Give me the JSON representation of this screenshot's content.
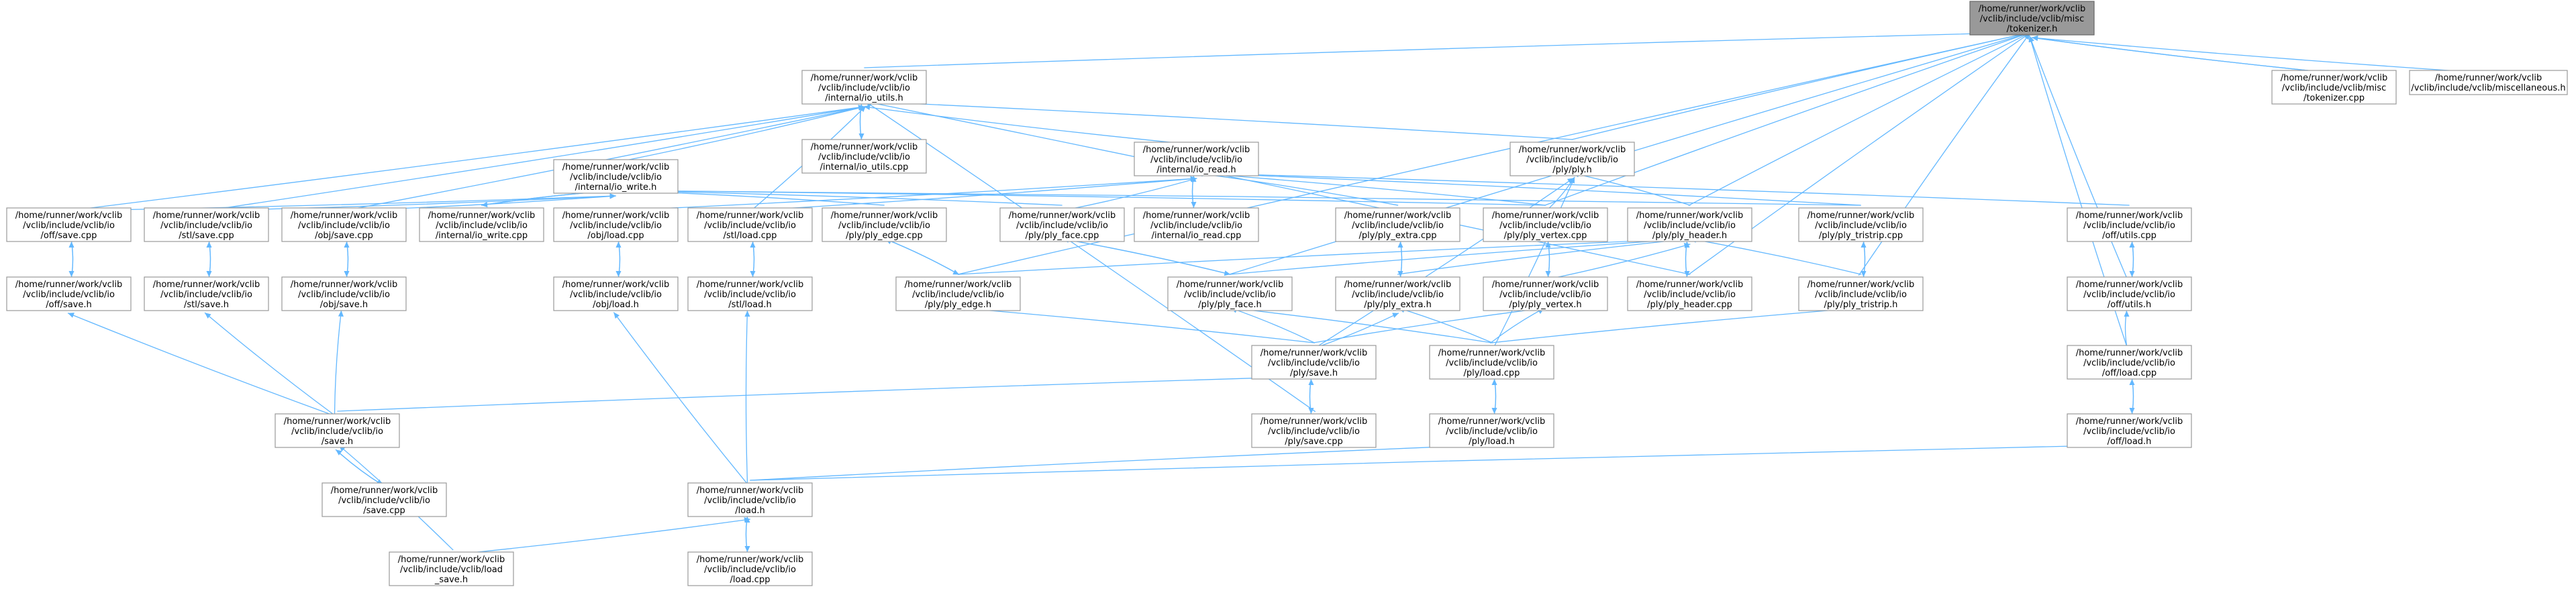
{
  "colors": {
    "edge": "#63b8ff",
    "node_border": "#999999",
    "highlight_fill": "#999999",
    "background": "#ffffff"
  },
  "nodes": [
    {
      "id": "tokenizer_h",
      "lines": [
        "/home/runner/work/vclib",
        "/vclib/include/vclib/misc",
        "/tokenizer.h"
      ],
      "highlight": true
    },
    {
      "id": "io_utils_h",
      "lines": [
        "/home/runner/work/vclib",
        "/vclib/include/vclib/io",
        "/internal/io_utils.h"
      ]
    },
    {
      "id": "tokenizer_cpp",
      "lines": [
        "/home/runner/work/vclib",
        "/vclib/include/vclib/misc",
        "/tokenizer.cpp"
      ]
    },
    {
      "id": "miscellaneous_h",
      "lines": [
        "/home/runner/work/vclib",
        "/vclib/include/vclib/miscellaneous.h"
      ]
    },
    {
      "id": "io_write_h",
      "lines": [
        "/home/runner/work/vclib",
        "/vclib/include/vclib/io",
        "/internal/io_write.h"
      ]
    },
    {
      "id": "io_utils_cpp",
      "lines": [
        "/home/runner/work/vclib",
        "/vclib/include/vclib/io",
        "/internal/io_utils.cpp"
      ]
    },
    {
      "id": "io_read_h",
      "lines": [
        "/home/runner/work/vclib",
        "/vclib/include/vclib/io",
        "/internal/io_read.h"
      ]
    },
    {
      "id": "ply_h",
      "lines": [
        "/home/runner/work/vclib",
        "/vclib/include/vclib/io",
        "/ply/ply.h"
      ]
    },
    {
      "id": "off_save_cpp",
      "lines": [
        "/home/runner/work/vclib",
        "/vclib/include/vclib/io",
        "/off/save.cpp"
      ]
    },
    {
      "id": "stl_save_cpp",
      "lines": [
        "/home/runner/work/vclib",
        "/vclib/include/vclib/io",
        "/stl/save.cpp"
      ]
    },
    {
      "id": "obj_save_cpp",
      "lines": [
        "/home/runner/work/vclib",
        "/vclib/include/vclib/io",
        "/obj/save.cpp"
      ]
    },
    {
      "id": "io_write_cpp",
      "lines": [
        "/home/runner/work/vclib",
        "/vclib/include/vclib/io",
        "/internal/io_write.cpp"
      ]
    },
    {
      "id": "obj_load_cpp",
      "lines": [
        "/home/runner/work/vclib",
        "/vclib/include/vclib/io",
        "/obj/load.cpp"
      ]
    },
    {
      "id": "stl_load_cpp",
      "lines": [
        "/home/runner/work/vclib",
        "/vclib/include/vclib/io",
        "/stl/load.cpp"
      ]
    },
    {
      "id": "ply_edge_cpp",
      "lines": [
        "/home/runner/work/vclib",
        "/vclib/include/vclib/io",
        "/ply/ply_edge.cpp"
      ]
    },
    {
      "id": "ply_face_cpp",
      "lines": [
        "/home/runner/work/vclib",
        "/vclib/include/vclib/io",
        "/ply/ply_face.cpp"
      ]
    },
    {
      "id": "io_read_cpp",
      "lines": [
        "/home/runner/work/vclib",
        "/vclib/include/vclib/io",
        "/internal/io_read.cpp"
      ]
    },
    {
      "id": "ply_extra_cpp",
      "lines": [
        "/home/runner/work/vclib",
        "/vclib/include/vclib/io",
        "/ply/ply_extra.cpp"
      ]
    },
    {
      "id": "ply_vertex_cpp",
      "lines": [
        "/home/runner/work/vclib",
        "/vclib/include/vclib/io",
        "/ply/ply_vertex.cpp"
      ]
    },
    {
      "id": "ply_header_h",
      "lines": [
        "/home/runner/work/vclib",
        "/vclib/include/vclib/io",
        "/ply/ply_header.h"
      ]
    },
    {
      "id": "ply_tristrip_cpp",
      "lines": [
        "/home/runner/work/vclib",
        "/vclib/include/vclib/io",
        "/ply/ply_tristrip.cpp"
      ]
    },
    {
      "id": "off_utils_cpp",
      "lines": [
        "/home/runner/work/vclib",
        "/vclib/include/vclib/io",
        "/off/utils.cpp"
      ]
    },
    {
      "id": "off_save_h",
      "lines": [
        "/home/runner/work/vclib",
        "/vclib/include/vclib/io",
        "/off/save.h"
      ]
    },
    {
      "id": "stl_save_h",
      "lines": [
        "/home/runner/work/vclib",
        "/vclib/include/vclib/io",
        "/stl/save.h"
      ]
    },
    {
      "id": "obj_save_h",
      "lines": [
        "/home/runner/work/vclib",
        "/vclib/include/vclib/io",
        "/obj/save.h"
      ]
    },
    {
      "id": "obj_load_h",
      "lines": [
        "/home/runner/work/vclib",
        "/vclib/include/vclib/io",
        "/obj/load.h"
      ]
    },
    {
      "id": "stl_load_h",
      "lines": [
        "/home/runner/work/vclib",
        "/vclib/include/vclib/io",
        "/stl/load.h"
      ]
    },
    {
      "id": "ply_edge_h",
      "lines": [
        "/home/runner/work/vclib",
        "/vclib/include/vclib/io",
        "/ply/ply_edge.h"
      ]
    },
    {
      "id": "ply_face_h",
      "lines": [
        "/home/runner/work/vclib",
        "/vclib/include/vclib/io",
        "/ply/ply_face.h"
      ]
    },
    {
      "id": "ply_extra_h",
      "lines": [
        "/home/runner/work/vclib",
        "/vclib/include/vclib/io",
        "/ply/ply_extra.h"
      ]
    },
    {
      "id": "ply_vertex_h",
      "lines": [
        "/home/runner/work/vclib",
        "/vclib/include/vclib/io",
        "/ply/ply_vertex.h"
      ]
    },
    {
      "id": "ply_header_cpp",
      "lines": [
        "/home/runner/work/vclib",
        "/vclib/include/vclib/io",
        "/ply/ply_header.cpp"
      ]
    },
    {
      "id": "ply_tristrip_h",
      "lines": [
        "/home/runner/work/vclib",
        "/vclib/include/vclib/io",
        "/ply/ply_tristrip.h"
      ]
    },
    {
      "id": "off_utils_h",
      "lines": [
        "/home/runner/work/vclib",
        "/vclib/include/vclib/io",
        "/off/utils.h"
      ]
    },
    {
      "id": "ply_save_h",
      "lines": [
        "/home/runner/work/vclib",
        "/vclib/include/vclib/io",
        "/ply/save.h"
      ]
    },
    {
      "id": "ply_load_cpp",
      "lines": [
        "/home/runner/work/vclib",
        "/vclib/include/vclib/io",
        "/ply/load.cpp"
      ]
    },
    {
      "id": "off_load_cpp",
      "lines": [
        "/home/runner/work/vclib",
        "/vclib/include/vclib/io",
        "/off/load.cpp"
      ]
    },
    {
      "id": "io_save_h",
      "lines": [
        "/home/runner/work/vclib",
        "/vclib/include/vclib/io",
        "/save.h"
      ]
    },
    {
      "id": "ply_save_cpp",
      "lines": [
        "/home/runner/work/vclib",
        "/vclib/include/vclib/io",
        "/ply/save.cpp"
      ]
    },
    {
      "id": "ply_load_h",
      "lines": [
        "/home/runner/work/vclib",
        "/vclib/include/vclib/io",
        "/ply/load.h"
      ]
    },
    {
      "id": "off_load_h",
      "lines": [
        "/home/runner/work/vclib",
        "/vclib/include/vclib/io",
        "/off/load.h"
      ]
    },
    {
      "id": "io_save_cpp",
      "lines": [
        "/home/runner/work/vclib",
        "/vclib/include/vclib/io",
        "/save.cpp"
      ]
    },
    {
      "id": "io_load_h",
      "lines": [
        "/home/runner/work/vclib",
        "/vclib/include/vclib/io",
        "/load.h"
      ]
    },
    {
      "id": "load_save_h",
      "lines": [
        "/home/runner/work/vclib",
        "/vclib/include/vclib/load",
        "_save.h"
      ]
    },
    {
      "id": "io_load_cpp",
      "lines": [
        "/home/runner/work/vclib",
        "/vclib/include/vclib/io",
        "/load.cpp"
      ]
    }
  ],
  "edges": [
    [
      "io_utils_h",
      "tokenizer_h"
    ],
    [
      "tokenizer_cpp",
      "tokenizer_h"
    ],
    [
      "miscellaneous_h",
      "tokenizer_h"
    ],
    [
      "ply_h",
      "tokenizer_h"
    ],
    [
      "ply_header_h",
      "tokenizer_h"
    ],
    [
      "ply_header_cpp",
      "tokenizer_h"
    ],
    [
      "ply_tristrip_h",
      "tokenizer_h"
    ],
    [
      "off_utils_h",
      "tokenizer_h"
    ],
    [
      "off_load_cpp",
      "tokenizer_h"
    ],
    [
      "ply_face_h",
      "tokenizer_h"
    ],
    [
      "ply_edge_h",
      "tokenizer_h"
    ],
    [
      "ply_vertex_cpp",
      "tokenizer_h"
    ],
    [
      "tokenizer_h",
      "tokenizer_cpp"
    ],
    [
      "io_write_h",
      "io_utils_h"
    ],
    [
      "io_utils_cpp",
      "io_utils_h"
    ],
    [
      "io_utils_h",
      "io_utils_cpp"
    ],
    [
      "io_read_h",
      "io_utils_h"
    ],
    [
      "ply_h",
      "io_utils_h"
    ],
    [
      "off_save_cpp",
      "io_utils_h"
    ],
    [
      "stl_save_cpp",
      "io_utils_h"
    ],
    [
      "obj_save_cpp",
      "io_utils_h"
    ],
    [
      "stl_load_cpp",
      "io_utils_h"
    ],
    [
      "ply_save_cpp",
      "io_utils_h"
    ],
    [
      "ply_header_cpp",
      "io_utils_h"
    ],
    [
      "off_save_cpp",
      "io_write_h"
    ],
    [
      "stl_save_cpp",
      "io_write_h"
    ],
    [
      "obj_save_cpp",
      "io_write_h"
    ],
    [
      "io_write_cpp",
      "io_write_h"
    ],
    [
      "io_write_h",
      "io_write_cpp"
    ],
    [
      "ply_edge_cpp",
      "io_write_h"
    ],
    [
      "ply_face_cpp",
      "io_write_h"
    ],
    [
      "ply_vertex_cpp",
      "io_write_h"
    ],
    [
      "ply_tristrip_cpp",
      "io_write_h"
    ],
    [
      "obj_load_cpp",
      "io_read_h"
    ],
    [
      "stl_load_cpp",
      "io_read_h"
    ],
    [
      "ply_face_cpp",
      "io_read_h"
    ],
    [
      "io_read_cpp",
      "io_read_h"
    ],
    [
      "io_read_h",
      "io_read_cpp"
    ],
    [
      "ply_extra_cpp",
      "io_read_h"
    ],
    [
      "ply_vertex_cpp",
      "io_read_h"
    ],
    [
      "ply_tristrip_cpp",
      "io_read_h"
    ],
    [
      "off_utils_cpp",
      "io_read_h"
    ],
    [
      "ply_vertex_cpp",
      "ply_h"
    ],
    [
      "ply_header_h",
      "ply_h"
    ],
    [
      "ply_load_cpp",
      "ply_h"
    ],
    [
      "ply_save_h",
      "ply_h"
    ],
    [
      "off_save_h",
      "off_save_cpp"
    ],
    [
      "off_save_cpp",
      "off_save_h"
    ],
    [
      "stl_save_h",
      "stl_save_cpp"
    ],
    [
      "stl_save_cpp",
      "stl_save_h"
    ],
    [
      "obj_save_h",
      "obj_save_cpp"
    ],
    [
      "obj_save_cpp",
      "obj_save_h"
    ],
    [
      "obj_load_h",
      "obj_load_cpp"
    ],
    [
      "obj_load_cpp",
      "obj_load_h"
    ],
    [
      "stl_load_h",
      "stl_load_cpp"
    ],
    [
      "stl_load_cpp",
      "stl_load_h"
    ],
    [
      "ply_edge_h",
      "ply_edge_cpp"
    ],
    [
      "ply_edge_cpp",
      "ply_edge_h"
    ],
    [
      "ply_face_h",
      "ply_face_cpp"
    ],
    [
      "ply_face_cpp",
      "ply_face_h"
    ],
    [
      "ply_extra_h",
      "ply_extra_cpp"
    ],
    [
      "ply_extra_cpp",
      "ply_extra_h"
    ],
    [
      "ply_vertex_h",
      "ply_vertex_cpp"
    ],
    [
      "ply_vertex_cpp",
      "ply_vertex_h"
    ],
    [
      "ply_header_cpp",
      "ply_header_h"
    ],
    [
      "ply_header_h",
      "ply_header_cpp"
    ],
    [
      "ply_tristrip_h",
      "ply_tristrip_cpp"
    ],
    [
      "ply_tristrip_cpp",
      "ply_tristrip_h"
    ],
    [
      "off_utils_h",
      "off_utils_cpp"
    ],
    [
      "off_utils_cpp",
      "off_utils_h"
    ],
    [
      "ply_edge_h",
      "ply_header_h"
    ],
    [
      "ply_face_h",
      "ply_header_h"
    ],
    [
      "ply_extra_h",
      "ply_header_h"
    ],
    [
      "ply_vertex_h",
      "ply_header_h"
    ],
    [
      "ply_tristrip_h",
      "ply_header_h"
    ],
    [
      "io_save_h",
      "off_save_h"
    ],
    [
      "io_save_h",
      "stl_save_h"
    ],
    [
      "io_save_h",
      "obj_save_h"
    ],
    [
      "io_load_h",
      "obj_load_h"
    ],
    [
      "io_load_h",
      "stl_load_h"
    ],
    [
      "ply_save_h",
      "ply_edge_h"
    ],
    [
      "ply_save_h",
      "ply_face_h"
    ],
    [
      "ply_load_cpp",
      "ply_face_h"
    ],
    [
      "ply_save_h",
      "ply_extra_h"
    ],
    [
      "ply_load_cpp",
      "ply_extra_h"
    ],
    [
      "ply_save_h",
      "ply_vertex_h"
    ],
    [
      "ply_load_cpp",
      "ply_vertex_h"
    ],
    [
      "ply_load_cpp",
      "ply_tristrip_h"
    ],
    [
      "off_load_cpp",
      "off_utils_h"
    ],
    [
      "io_save_h",
      "ply_save_h"
    ],
    [
      "ply_save_cpp",
      "ply_save_h"
    ],
    [
      "ply_save_h",
      "ply_save_cpp"
    ],
    [
      "ply_load_h",
      "ply_load_cpp"
    ],
    [
      "ply_load_cpp",
      "ply_load_h"
    ],
    [
      "off_load_h",
      "off_load_cpp"
    ],
    [
      "off_load_cpp",
      "off_load_h"
    ],
    [
      "io_save_cpp",
      "io_save_h"
    ],
    [
      "io_save_h",
      "io_save_cpp"
    ],
    [
      "load_save_h",
      "io_save_h"
    ],
    [
      "io_load_h",
      "ply_load_h"
    ],
    [
      "io_load_h",
      "off_load_h"
    ],
    [
      "load_save_h",
      "io_load_h"
    ],
    [
      "io_load_cpp",
      "io_load_h"
    ],
    [
      "io_load_h",
      "io_load_cpp"
    ]
  ]
}
